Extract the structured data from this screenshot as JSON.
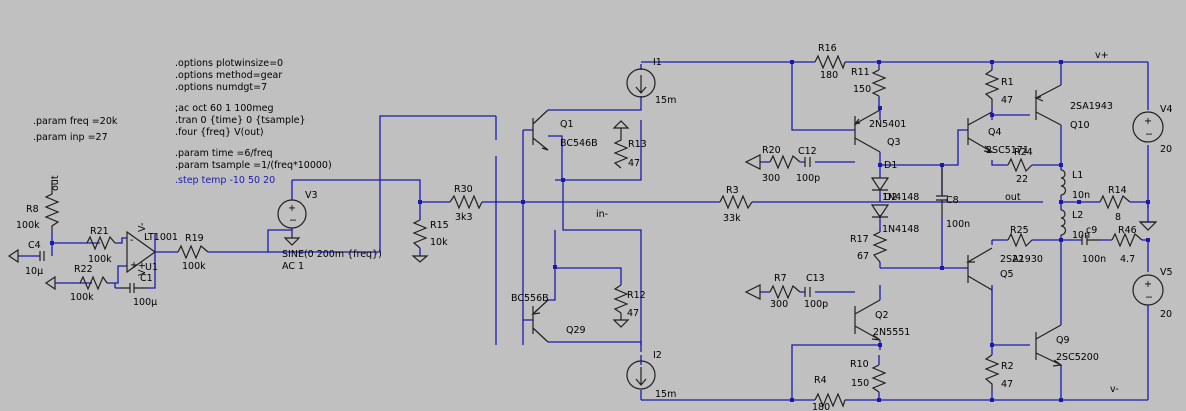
{
  "directives": {
    "params_left": [
      ".param freq =20k",
      ".param inp =27"
    ],
    "options": [
      ".options plotwinsize=0",
      ".options method=gear",
      ".options numdgt=7"
    ],
    "analysis": [
      ";ac oct 60 1 100meg",
      ".tran 0 {time} 0 {tsample}",
      ".four {freq} V(out)"
    ],
    "params": [
      ".param time =6/freq",
      ".param tsample =1/(freq*10000)"
    ],
    "step": ".step temp -10 50 20"
  },
  "components": [
    {
      "id": "R8",
      "name": "R8",
      "value": "100k"
    },
    {
      "id": "C4",
      "name": "C4",
      "value": "10µ"
    },
    {
      "id": "R21",
      "name": "R21",
      "value": "100k"
    },
    {
      "id": "R22",
      "name": "R22",
      "value": "100k"
    },
    {
      "id": "U1",
      "name": "U1",
      "value": "LT1001"
    },
    {
      "id": "C1",
      "name": "C1",
      "value": "100µ"
    },
    {
      "id": "R19",
      "name": "R19",
      "value": "100k"
    },
    {
      "id": "V3",
      "name": "V3",
      "value": "SINE(0 200m {freq})",
      "extra": "AC 1"
    },
    {
      "id": "R15",
      "name": "R15",
      "value": "10k"
    },
    {
      "id": "R30",
      "name": "R30",
      "value": "3k3"
    },
    {
      "id": "Q1",
      "name": "Q1",
      "value": "BC546B"
    },
    {
      "id": "Q29",
      "name": "Q29",
      "value": "BC556B"
    },
    {
      "id": "R13",
      "name": "R13",
      "value": "47"
    },
    {
      "id": "R12",
      "name": "R12",
      "value": "47"
    },
    {
      "id": "I1",
      "name": "I1",
      "value": "15m"
    },
    {
      "id": "I2",
      "name": "I2",
      "value": "15m"
    },
    {
      "id": "R3",
      "name": "R3",
      "value": "33k"
    },
    {
      "id": "R16",
      "name": "R16",
      "value": "180"
    },
    {
      "id": "R11",
      "name": "R11",
      "value": "150"
    },
    {
      "id": "R4",
      "name": "R4",
      "value": "180"
    },
    {
      "id": "R10",
      "name": "R10",
      "value": "150"
    },
    {
      "id": "Q3",
      "name": "Q3",
      "value": "2N5401"
    },
    {
      "id": "Q2",
      "name": "Q2",
      "value": "2N5551"
    },
    {
      "id": "R20",
      "name": "R20",
      "value": "300"
    },
    {
      "id": "C12",
      "name": "C12",
      "value": "100p"
    },
    {
      "id": "R7",
      "name": "R7",
      "value": "300"
    },
    {
      "id": "C13",
      "name": "C13",
      "value": "100p"
    },
    {
      "id": "D1",
      "name": "D1",
      "value": "1N4148"
    },
    {
      "id": "D2",
      "name": "D2",
      "value": "1N4148"
    },
    {
      "id": "R17",
      "name": "R17",
      "value": "67"
    },
    {
      "id": "C8",
      "name": "C8",
      "value": "100n"
    },
    {
      "id": "Q4",
      "name": "Q4",
      "value": "2SC5171"
    },
    {
      "id": "R24",
      "name": "R24",
      "value": "22"
    },
    {
      "id": "Q5",
      "name": "Q5",
      "value": "2SA1930"
    },
    {
      "id": "R25",
      "name": "R25",
      "value": "22"
    },
    {
      "id": "R1",
      "name": "R1",
      "value": "47"
    },
    {
      "id": "R2",
      "name": "R2",
      "value": "47"
    },
    {
      "id": "Q10",
      "name": "Q10",
      "value": "2SA1943"
    },
    {
      "id": "Q9",
      "name": "Q9",
      "value": "2SC5200"
    },
    {
      "id": "L1",
      "name": "L1",
      "value": "10n"
    },
    {
      "id": "L2",
      "name": "L2",
      "value": "10n"
    },
    {
      "id": "R14",
      "name": "R14",
      "value": "8"
    },
    {
      "id": "c9",
      "name": "c9",
      "value": "100n"
    },
    {
      "id": "R46",
      "name": "R46",
      "value": "4.7"
    },
    {
      "id": "V4",
      "name": "V4",
      "value": "20"
    },
    {
      "id": "V5",
      "name": "V5",
      "value": "20"
    }
  ],
  "nets": {
    "out_left": "out",
    "in_minus": "in-",
    "out": "out",
    "vplus": "v+",
    "vminus": "v-"
  },
  "opamp_pins": {
    "vminus": "V-",
    "vplus": "V+"
  }
}
